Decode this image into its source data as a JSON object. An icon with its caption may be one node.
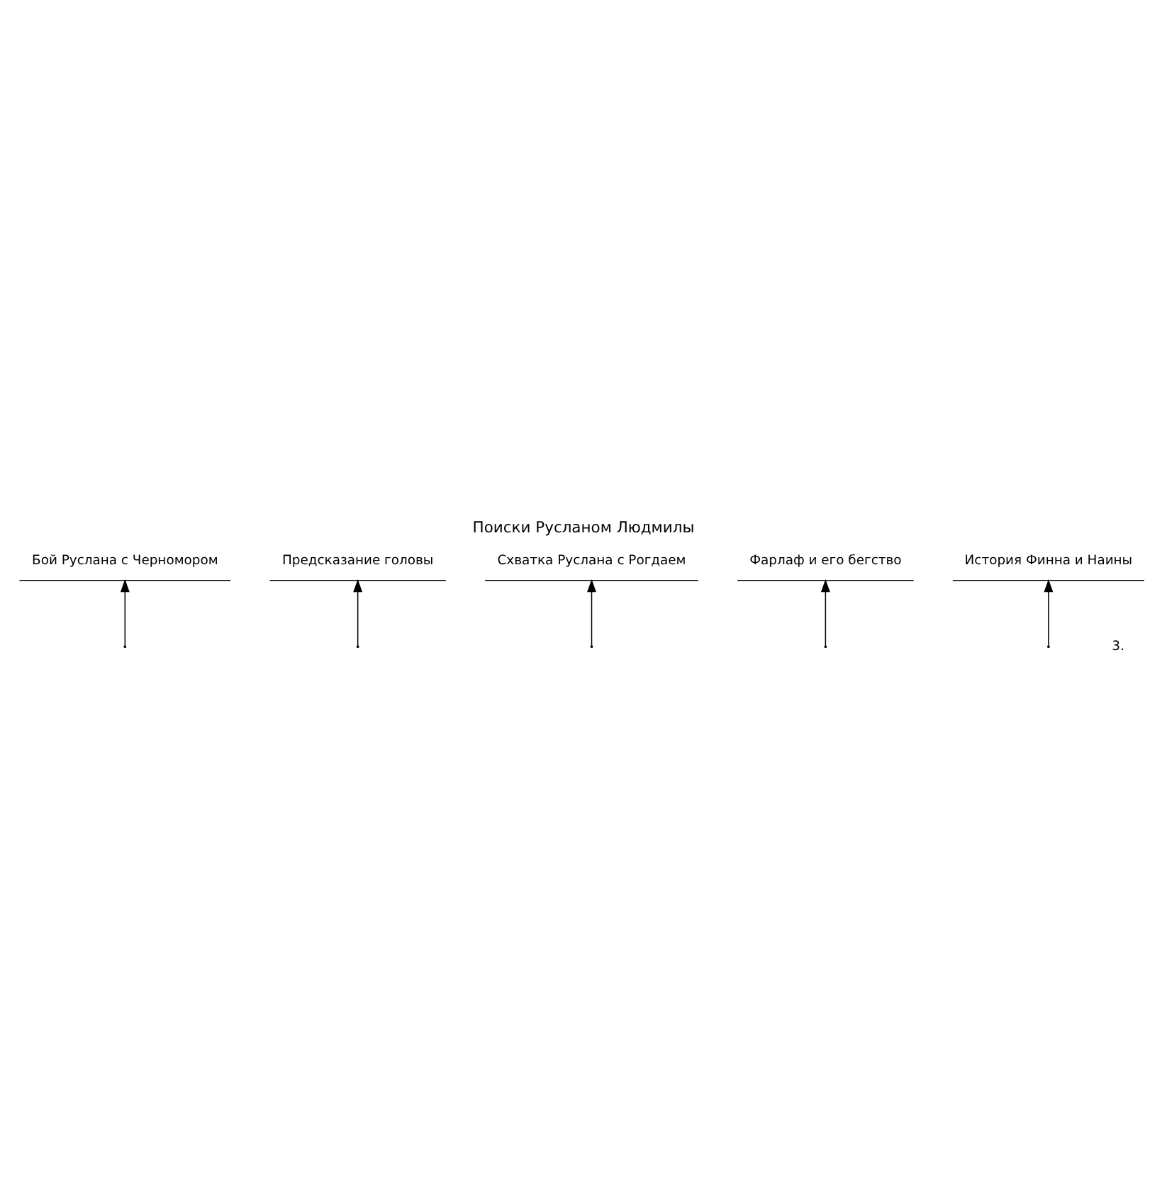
{
  "diagram": {
    "title": "Поиски Русланом Людмилы",
    "nodes": [
      {
        "text": [
          "Бой Руслана с Черномором"
        ]
      },
      {
        "text": [
          "Предсказание головы"
        ]
      },
      {
        "text": [
          "Схватка Руслана с Рогдаем"
        ]
      },
      {
        "text": [
          "Фарлаф и его бегство"
        ]
      },
      {
        "text": [
          "История Финна и Наины"
        ]
      }
    ],
    "edges": [
      {
        "from": null,
        "to": 0,
        "arrow": "to"
      },
      {
        "from": null,
        "to": 1,
        "arrow": "to"
      },
      {
        "from": null,
        "to": 2,
        "arrow": "to"
      },
      {
        "from": null,
        "to": 3,
        "arrow": "to"
      },
      {
        "from": null,
        "to": 4,
        "arrow": "to"
      }
    ],
    "labels": [
      "3."
    ]
  }
}
